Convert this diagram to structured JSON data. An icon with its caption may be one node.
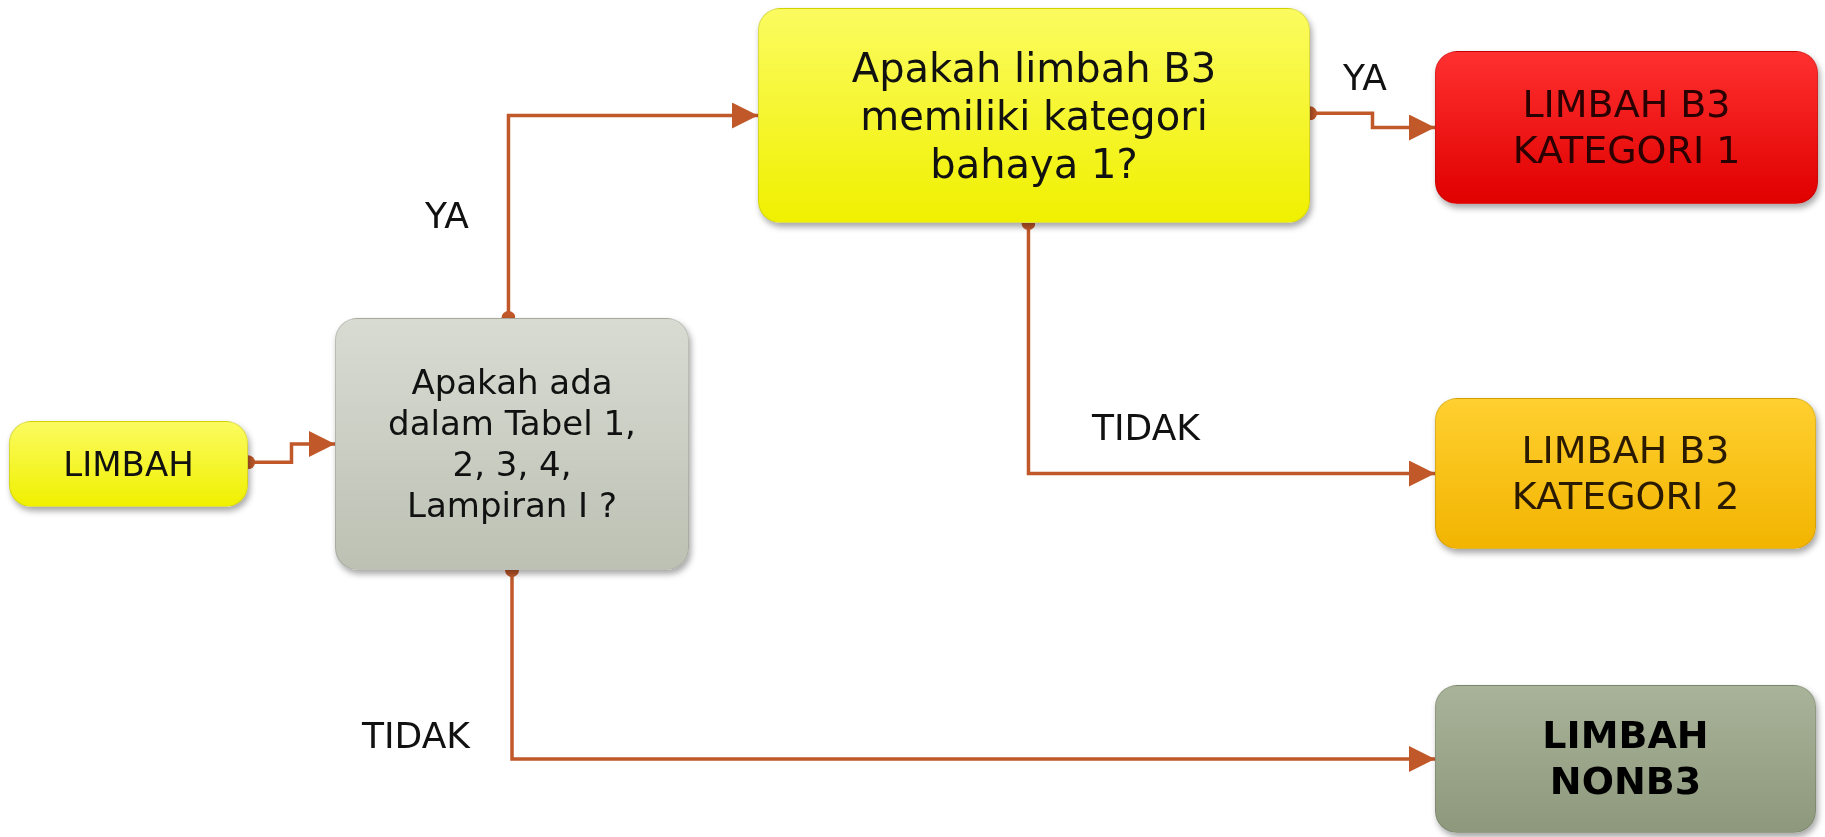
{
  "diagram": {
    "nodes": [
      {
        "text": [
          "LIMBAH"
        ]
      },
      {
        "text": [
          "Apakah ada dalam Tabel 1, 2, 3, 4, Lampiran I ?"
        ]
      },
      {
        "text": [
          "Apakah limbah B3 memiliki kategori bahaya 1?"
        ]
      },
      {
        "text": [
          "LIMBAH B3 KATEGORI 1"
        ]
      },
      {
        "text": [
          "LIMBAH B3 KATEGORI 2"
        ]
      },
      {
        "text": [
          "LIMBAH NONB3"
        ]
      }
    ],
    "edges": [
      {
        "from": 0,
        "to": 1,
        "arrow": "to"
      },
      {
        "from": 1,
        "to": 2,
        "arrow": "to",
        "label": "YA"
      },
      {
        "from": 2,
        "to": 3,
        "arrow": "to",
        "label": "YA"
      },
      {
        "from": 2,
        "to": 4,
        "arrow": "to",
        "label": "TIDAK"
      },
      {
        "from": 1,
        "to": 5,
        "arrow": "to",
        "label": "TIDAK"
      }
    ]
  }
}
